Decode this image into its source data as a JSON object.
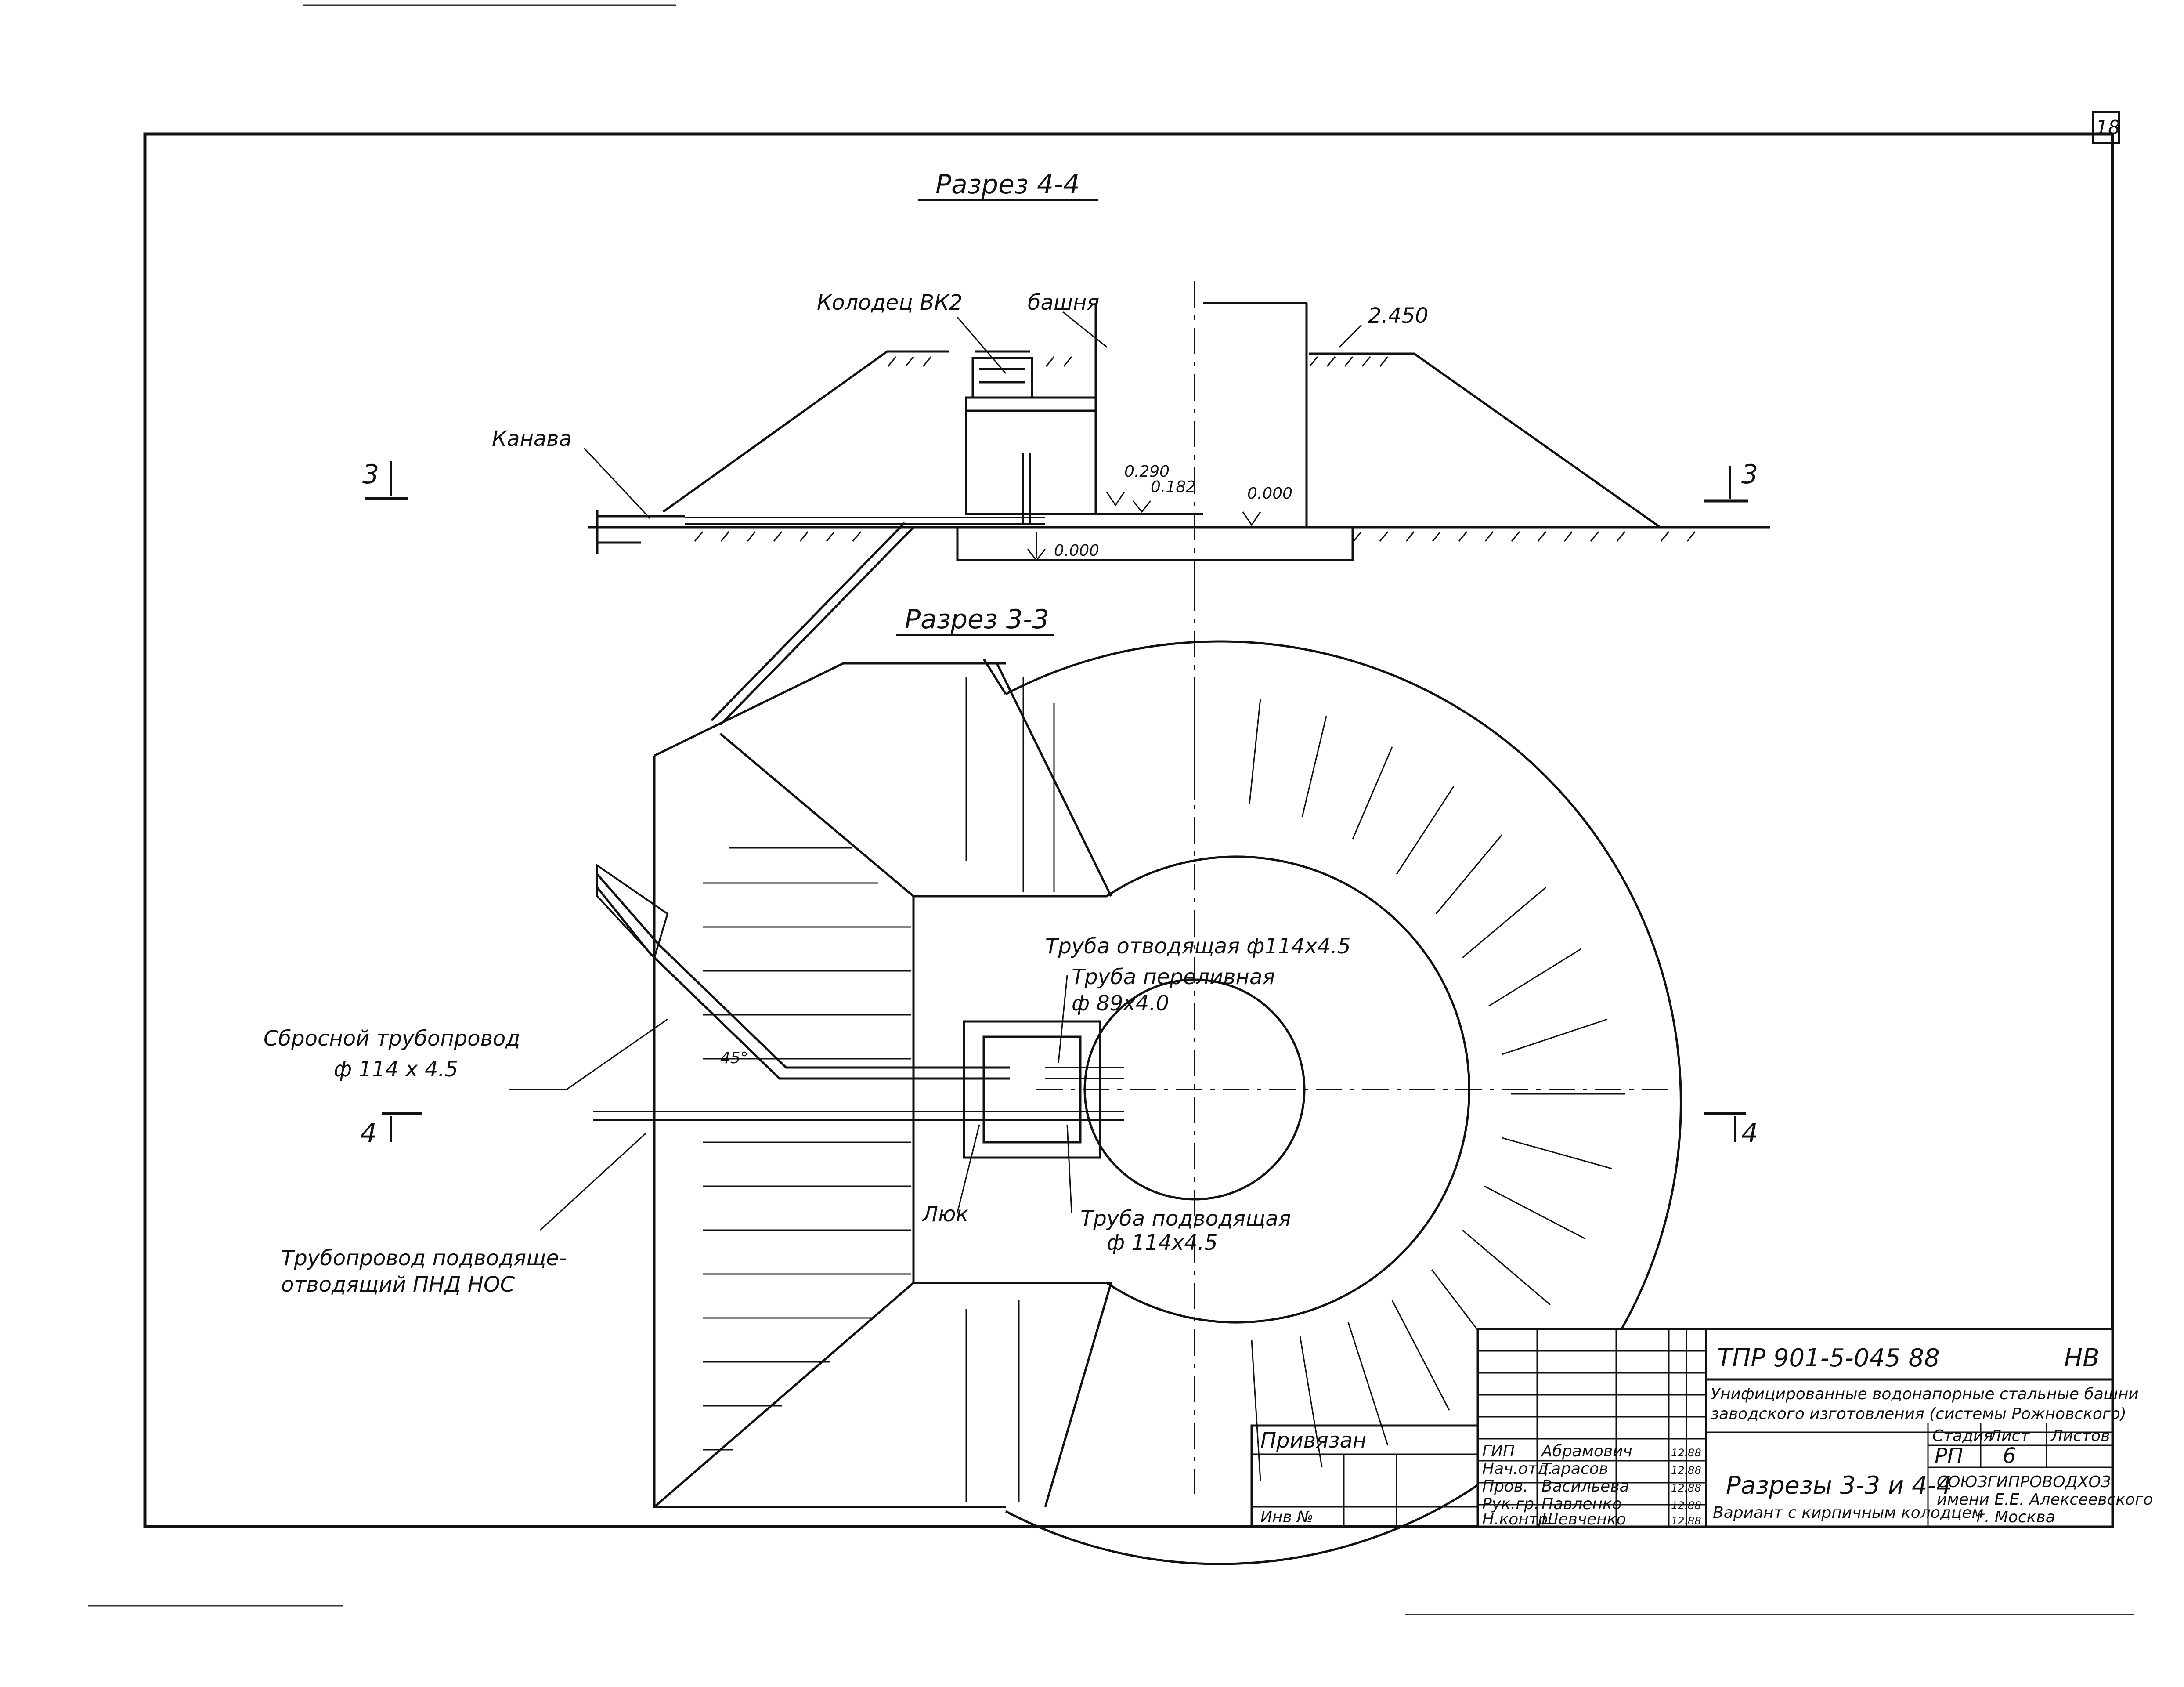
{
  "sheet_number": "18",
  "section_44": {
    "title": "Разрез 4-4",
    "well_label": "Колодец ВК2",
    "tower_label": "башня",
    "elev_top": "2.450",
    "ditch_label": "Канава",
    "elev_0290": "0.290",
    "elev_0182": "0.182",
    "elev_0000_right": "0.000",
    "elev_0000_low": "0.000",
    "cut3_left": "3",
    "cut3_right": "3"
  },
  "section_33": {
    "title": "Разрез 3-3",
    "outlet_pipe": "Труба отводящая ф114х4.5",
    "overflow_pipe": "Труба переливная",
    "overflow_dim": "ф 89х4.0",
    "discharge_pipe_1": "Сбросной трубопровод",
    "discharge_pipe_2": "ф 114 х 4.5",
    "angle": "45°",
    "hatch_label": "Люк",
    "inlet_pipe_1": "Труба подводящая",
    "inlet_pipe_2": "ф 114х4.5",
    "supply_pipe_1": "Трубопровод подводяще-",
    "supply_pipe_2": "отводящий ПНД НОС",
    "cut4_left": "4",
    "cut4_right": "4"
  },
  "title_block": {
    "doc_code": "ТПР 901-5-045 88",
    "mark": "НВ",
    "subtitle_1": "Унифицированные водонапорные стальные башни",
    "subtitle_2": "заводского изготовления (системы Рожновского)",
    "privyazan": "Привязан",
    "inv_no": "Инв №",
    "stage_hdr": "Стадия",
    "sheet_hdr": "Лист",
    "sheets_hdr": "Листов",
    "stage": "РП",
    "sheet": "6",
    "drawing_title": "Разрезы 3-3 и 4-4",
    "drawing_sub": "Вариант с кирпичным колодцем",
    "org_1": "СОЮЗГИПРОВОДХОЗ",
    "org_2": "имени Е.Е. Алексеевского",
    "org_3": "г. Москва",
    "roles": [
      "ГИП",
      "Нач.отд.",
      "Пров.",
      "Рук.гр.",
      "Н.контр."
    ],
    "names": [
      "Абрамович",
      "Тарасов",
      "Васильева",
      "Павленко",
      "Шевченко"
    ],
    "dates": [
      "12.88",
      "12.88",
      "12.88",
      "12.88",
      "12.88"
    ]
  }
}
